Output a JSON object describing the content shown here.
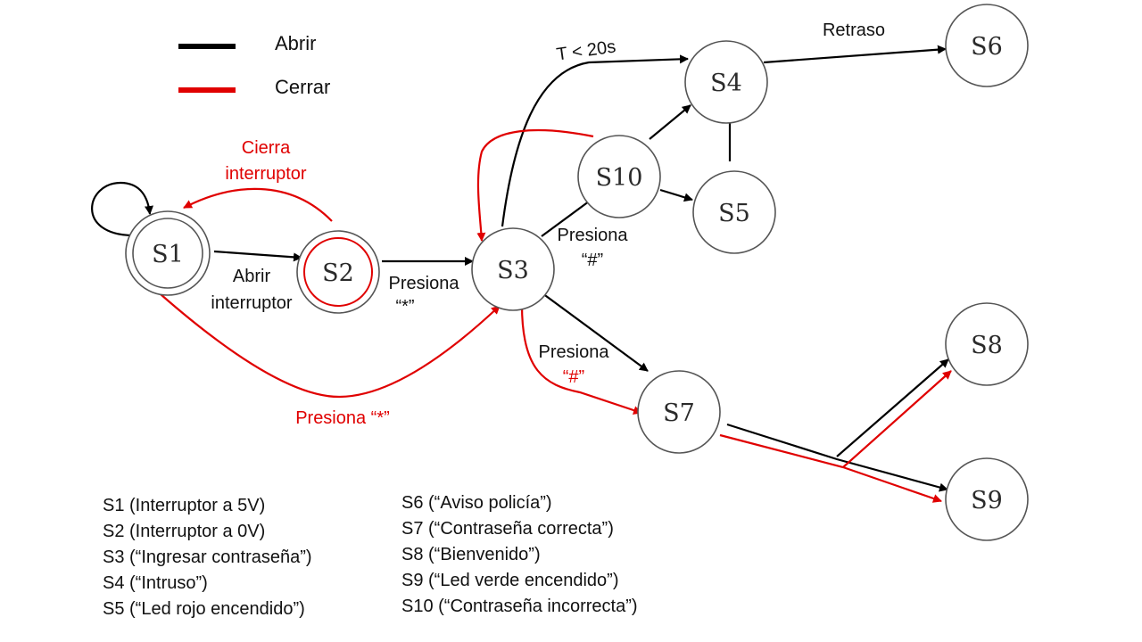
{
  "colors": {
    "open": "#000000",
    "close": "#e00000",
    "node_stroke": "#555555"
  },
  "legend": [
    {
      "label": "Abrir",
      "color": "black"
    },
    {
      "label": "Cerrar",
      "color": "red"
    }
  ],
  "states": [
    "S1",
    "S2",
    "S3",
    "S4",
    "S5",
    "S6",
    "S7",
    "S8",
    "S9",
    "S10"
  ],
  "edge_labels": {
    "cierra_1": "Cierra",
    "cierra_2": "interruptor",
    "abrir_1": "Abrir",
    "abrir_2": "interruptor",
    "presiona_star_1": "Presiona",
    "presiona_star_2": "“*”",
    "presiona_hash_top_1": "Presiona",
    "presiona_hash_top_2": "“#”",
    "presiona_hash_mid_1": "Presiona",
    "presiona_hash_mid_2": "“#”",
    "presiona_star_red": "Presiona “*”",
    "t_less": "T < 20s",
    "retraso": "Retraso"
  },
  "descriptions_left": [
    "S1 (Interruptor a 5V)",
    "S2 (Interruptor a 0V)",
    "S3 (“Ingresar contraseña”)",
    "S4 (“Intruso”)",
    "S5 (“Led rojo encendido”)"
  ],
  "descriptions_right": [
    "S6 (“Aviso policía”)",
    "S7 (“Contraseña correcta”)",
    "S8 (“Bienvenido”)",
    "S9 (“Led verde encendido”)",
    "S10 (“Contraseña incorrecta”)"
  ]
}
